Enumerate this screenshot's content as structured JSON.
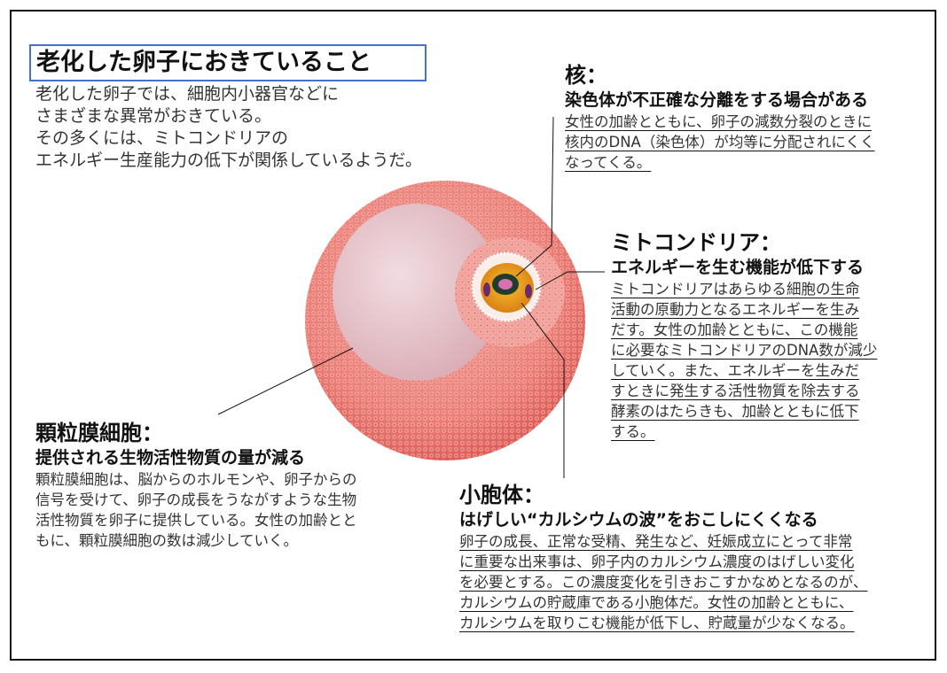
{
  "title": "老化した卵子におきていること",
  "intro": [
    "老化した卵子では、細胞内小器官などに",
    "さまざまな異常がおきている。",
    "その多くには、ミトコンドリアの",
    "エネルギー生産能力の低下が関係しているようだ。"
  ],
  "nucleus": {
    "heading": "核：",
    "subheading": "染色体が不正確な分離をする場合がある",
    "body": [
      "女性の加齢とともに、卵子の減数分裂のときに",
      "核内のDNA（染色体）が均等に分配されにくく",
      "なってくる。"
    ]
  },
  "mitochondria": {
    "heading": "ミトコンドリア：",
    "subheading": "エネルギーを生む機能が低下する",
    "body": [
      "ミトコンドリアはあらゆる細胞の生命",
      "活動の原動力となるエネルギーを生み",
      "だす。女性の加齢とともに、この機能",
      "に必要なミトコンドリアのDNA数が減少",
      "していく。また、エネルギーを生みだ",
      "すときに発生する活性物質を除去する",
      "酵素のはたらきも、加齢とともに低下",
      "する。"
    ]
  },
  "granulosa": {
    "heading": "顆粒膜細胞：",
    "subheading": "提供される生物活性物質の量が減る",
    "body": [
      "顆粒膜細胞は、脳からのホルモンや、卵子からの",
      "信号を受けて、卵子の成長をうながすような生物",
      "活性物質を卵子に提供している。女性の加齢とと",
      "もに、顆粒膜細胞の数は減少していく。"
    ]
  },
  "vesicle": {
    "heading": "小胞体：",
    "subheading": "はげしい“カルシウムの波”をおこしにくくなる",
    "body": [
      "卵子の成長、正常な受精、発生など、妊娠成立にとって非常",
      "に重要な出来事は、卵子内のカルシウム濃度のはげしい変化",
      "を必要とする。この濃度変化を引きおこすかなめとなるのが、",
      "カルシウムの貯蔵庫である小胞体だ。女性の加齢とともに、",
      "カルシウムを取りこむ機能が低下し、貯蔵量が少なくなる。"
    ]
  },
  "colors": {
    "title_border": "#4472c4",
    "egg_outer": "#e8736e",
    "egg_inner": "#e9c6cc",
    "nucleus": "#f0a820"
  }
}
